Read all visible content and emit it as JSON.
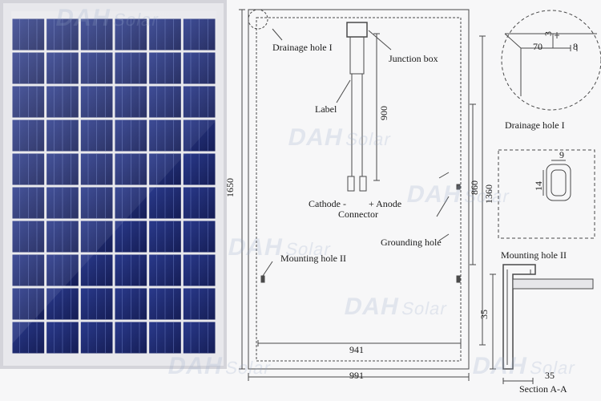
{
  "watermark": {
    "brand": "DAH",
    "suffix": "Solar"
  },
  "colors": {
    "frame": "#c9c9cf",
    "cell": "#1f2a6b",
    "cell_line": "#5a6bb0",
    "line": "#4a4a4a"
  },
  "front_view": {
    "rows": 10,
    "cols": 6
  },
  "back_view": {
    "labels": {
      "drainage_hole": "Drainage hole I",
      "junction_box": "Junction box",
      "label": "Label",
      "cathode": "Cathode -",
      "anode": "+ Anode",
      "connector": "Connector",
      "grounding_hole": "Grounding hole",
      "mounting_hole": "Mounting hole II"
    },
    "dimensions": {
      "height": "1650",
      "cable": "900",
      "hole_spacing_860": "860",
      "hole_spacing_1360": "1360",
      "inner_width": "941",
      "outer_width": "991"
    }
  },
  "detail_drainage": {
    "title": "Drainage hole I",
    "dim_a": "3",
    "dim_b": "70",
    "dim_c": "8"
  },
  "detail_mounting": {
    "title": "Mounting hole II",
    "dim_w": "9",
    "dim_h": "14"
  },
  "detail_section": {
    "title": "Section A-A",
    "dim_h": "35",
    "dim_w": "35"
  }
}
